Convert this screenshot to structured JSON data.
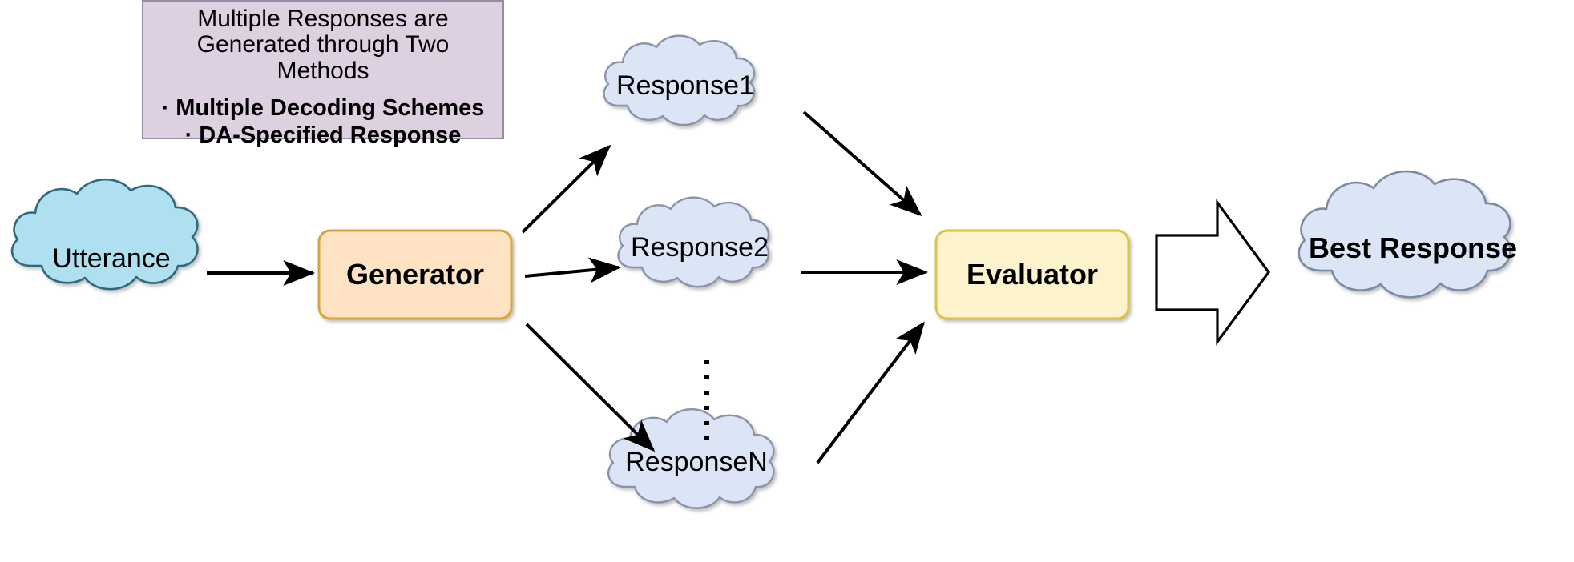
{
  "diagram": {
    "title": "Multiple response generation and evaluation pipeline",
    "callout": {
      "headline": "Multiple Responses are Generated through Two Methods",
      "bullets": [
        "Multiple Decoding Schemes",
        "DA-Specified Response"
      ]
    },
    "nodes": {
      "utterance": {
        "label": "Utterance",
        "shape": "cloud",
        "fill": "#aee0f0",
        "stroke": "#2e6b7a"
      },
      "generator": {
        "label": "Generator",
        "shape": "rounded-box",
        "fill": "#fde3c4",
        "stroke": "#d9a441"
      },
      "response1": {
        "label": "Response1",
        "shape": "cloud",
        "fill": "#dbe5f5",
        "stroke": "#8a93a8"
      },
      "response2": {
        "label": "Response2",
        "shape": "cloud",
        "fill": "#dbe5f5",
        "stroke": "#8a93a8"
      },
      "responseN": {
        "label": "ResponseN",
        "shape": "cloud",
        "fill": "#dbe5f5",
        "stroke": "#8a93a8"
      },
      "evaluator": {
        "label": "Evaluator",
        "shape": "rounded-box",
        "fill": "#fcf3cd",
        "stroke": "#d9c34a"
      },
      "best_response": {
        "label": "Best Response",
        "shape": "cloud",
        "fill": "#dce5f6",
        "stroke": "#7d8aa3"
      },
      "block_arrow": {
        "label": "",
        "shape": "block-arrow",
        "fill": "#ffffff",
        "stroke": "#000000"
      },
      "vertical_ellipsis": {
        "label": "",
        "shape": "dotted-line"
      }
    },
    "edges": [
      {
        "from": "utterance",
        "to": "generator",
        "style": "straight-arrow"
      },
      {
        "from": "generator",
        "to": "response1",
        "style": "straight-arrow"
      },
      {
        "from": "generator",
        "to": "response2",
        "style": "straight-arrow"
      },
      {
        "from": "generator",
        "to": "responseN",
        "style": "straight-arrow"
      },
      {
        "from": "response1",
        "to": "evaluator",
        "style": "straight-arrow"
      },
      {
        "from": "response2",
        "to": "evaluator",
        "style": "straight-arrow"
      },
      {
        "from": "responseN",
        "to": "evaluator",
        "style": "straight-arrow"
      },
      {
        "from": "evaluator",
        "to": "best_response",
        "style": "block-arrow"
      }
    ],
    "colors": {
      "callout_fill": "#ddd0e0",
      "callout_stroke": "#9b8aa6",
      "utterance_fill": "#aee0f0",
      "generator_fill": "#fde3c4",
      "evaluator_fill": "#fcf3cd",
      "response_fill": "#dbe5f5",
      "arrow": "#000000",
      "background": "#ffffff"
    }
  }
}
